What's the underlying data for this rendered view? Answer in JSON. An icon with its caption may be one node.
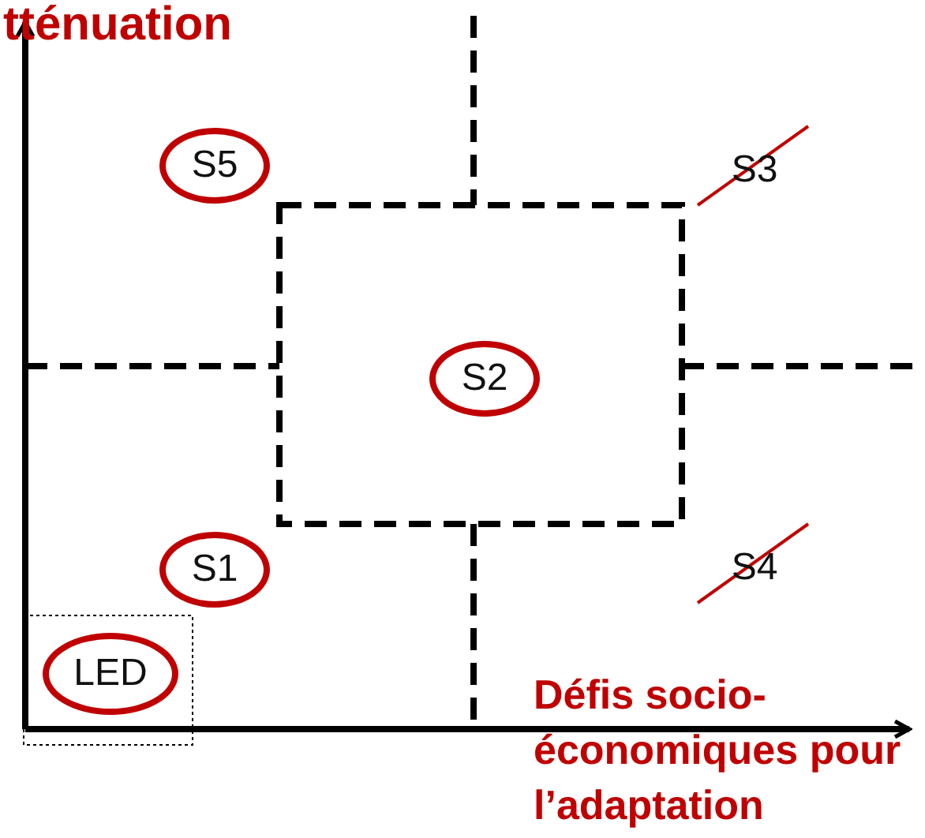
{
  "diagram": {
    "nodes": [
      {
        "text": [
          "S5"
        ]
      },
      {
        "text": [
          "S3"
        ]
      },
      {
        "text": [
          "S2"
        ]
      },
      {
        "text": [
          "S1"
        ]
      },
      {
        "text": [
          "S4"
        ]
      },
      {
        "text": [
          "LED"
        ]
      }
    ],
    "edges": [],
    "labels": [
      "tténuation",
      "Défis socio-économiques pour l’adaptation"
    ]
  }
}
